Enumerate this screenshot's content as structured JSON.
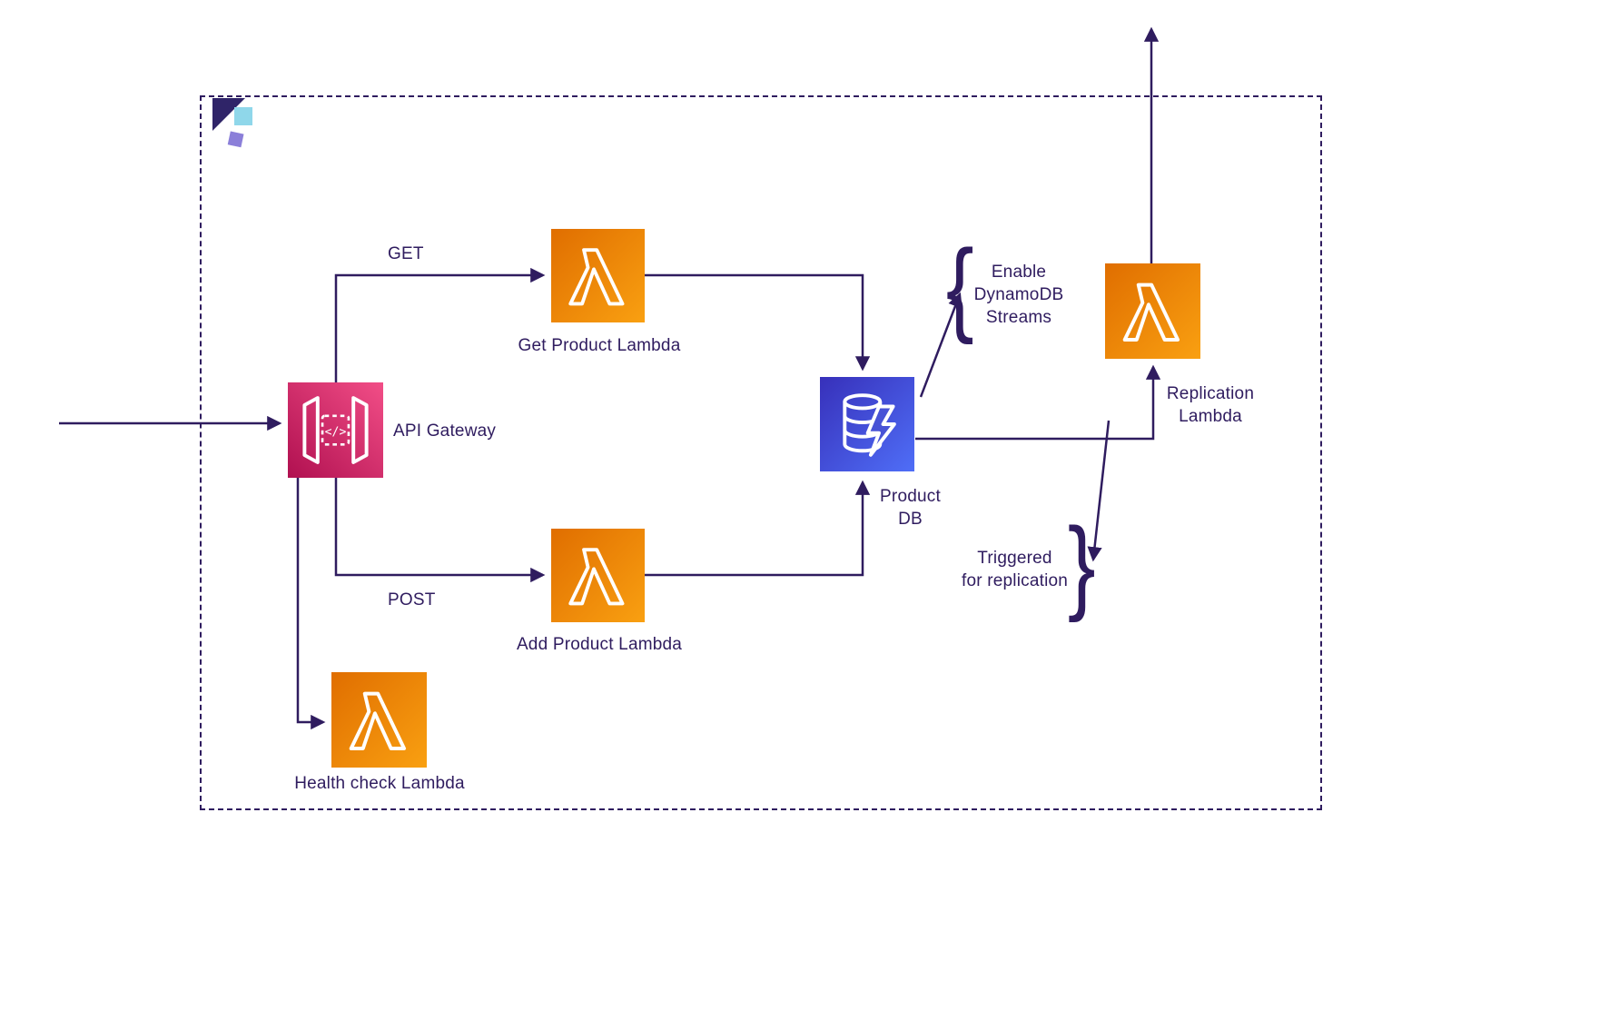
{
  "nodes": {
    "api_gateway": {
      "label": "API Gateway",
      "icon": "api-gateway-icon"
    },
    "get_product_lambda": {
      "label": "Get Product Lambda",
      "icon": "lambda-icon"
    },
    "add_product_lambda": {
      "label": "Add Product Lambda",
      "icon": "lambda-icon"
    },
    "health_check_lambda": {
      "label": "Health check Lambda",
      "icon": "lambda-icon"
    },
    "product_db": {
      "label": "Product DB",
      "label_lines": [
        "Product",
        "DB"
      ],
      "icon": "dynamodb-icon"
    },
    "replication_lambda": {
      "label": "Replication Lambda",
      "label_lines": [
        "Replication",
        "Lambda"
      ],
      "icon": "lambda-icon"
    }
  },
  "edge_labels": {
    "get": "GET",
    "post": "POST"
  },
  "annotations": {
    "enable_streams": {
      "text": "Enable DynamoDB Streams",
      "lines": [
        "Enable",
        "DynamoDB",
        "Streams"
      ],
      "brace": "{"
    },
    "triggered_replication": {
      "text": "Triggered for replication",
      "lines": [
        "Triggered",
        "for replication"
      ],
      "brace": "}"
    }
  },
  "icons": {
    "api_gateway_glyph": "</>"
  },
  "colors": {
    "line": "#2f1c5f",
    "text": "#2f1c5f",
    "lambda_gradient": [
      "#e06e00",
      "#f9a011"
    ],
    "api_gateway_gradient": [
      "#b01050",
      "#f24e87"
    ],
    "dynamodb_gradient": [
      "#3730ba",
      "#4f6ef7"
    ],
    "logo_dark": "#2f2468",
    "logo_cyan": "#8fd7ea",
    "logo_purple": "#8b7fd9"
  }
}
